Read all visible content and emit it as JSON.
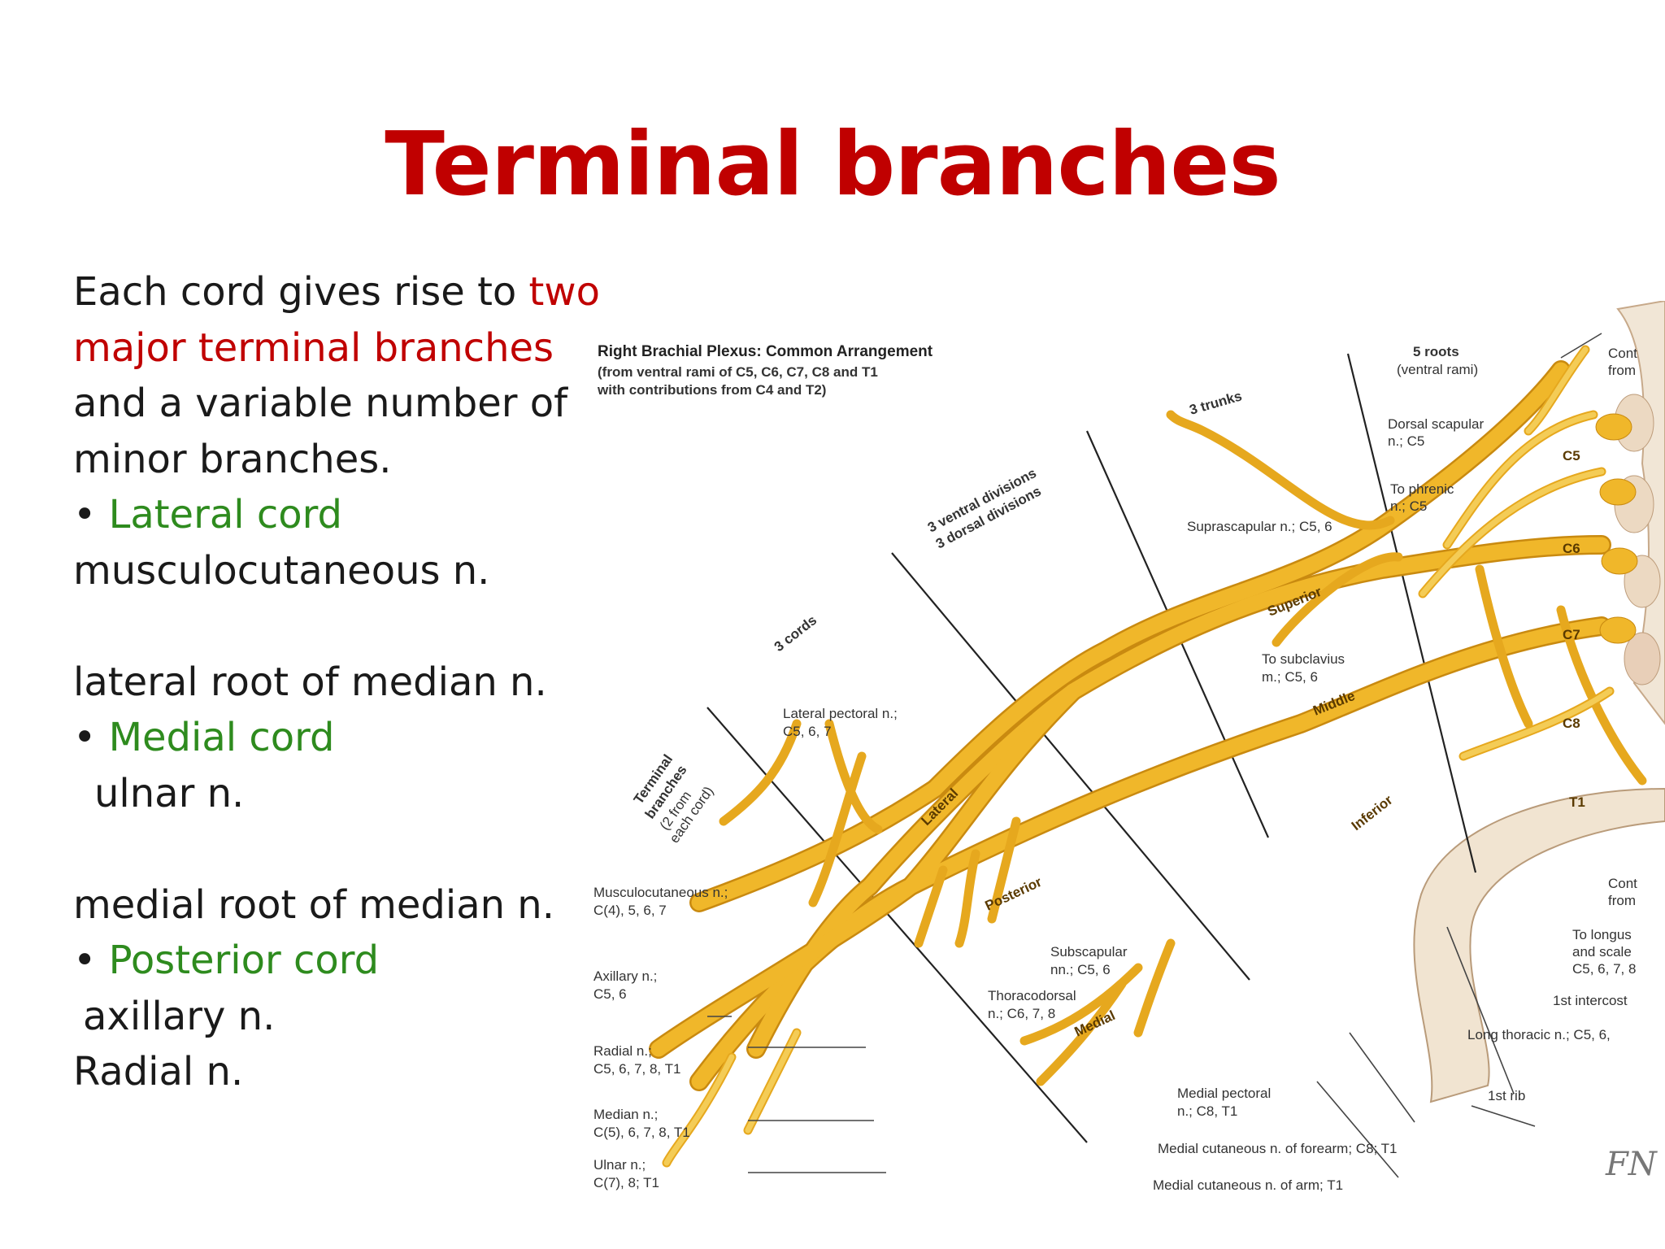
{
  "slide": {
    "title": "Terminal branches",
    "intro_1": "Each cord gives rise to ",
    "intro_red_1": "two",
    "intro_red_2": "major terminal branches",
    "intro_3": "and a variable number of",
    "intro_4": "minor branches.",
    "bullet": "• ",
    "lateral_cord": "Lateral cord",
    "lateral_1": "musculocutaneous n.",
    "lateral_2": "lateral root of median n.",
    "medial_cord": "Medial cord",
    "medial_1": "ulnar n.",
    "medial_2": "medial root of median n.",
    "posterior_cord": "Posterior cord",
    "posterior_1": "axillary n.",
    "posterior_2": "Radial n."
  },
  "diagram": {
    "heading": "Right Brachial Plexus: Common Arrangement",
    "subheading_1": "(from ventral rami of C5, C6, C7, C8 and T1",
    "subheading_2": "with contributions from C4 and T2)",
    "roots_1": "5 roots",
    "roots_2": "(ventral rami)",
    "trunks": "3 trunks",
    "divisions_1": "3 ventral divisions",
    "divisions_2": "3 dorsal divisions",
    "cords": "3 cords",
    "terminal_1": "Terminal",
    "terminal_2": "branches",
    "terminal_3": "(2 from",
    "terminal_4": "each cord)",
    "c5": "C5",
    "c6": "C6",
    "c7": "C7",
    "c8": "C8",
    "t1": "T1",
    "superior": "Superior",
    "middle": "Middle",
    "inferior": "Inferior",
    "lateral": "Lateral",
    "posterior": "Posterior",
    "medial": "Medial",
    "dorsal_scapular_1": "Dorsal scapular",
    "dorsal_scapular_2": "n.; C5",
    "phrenic_1": "To phrenic",
    "phrenic_2": "n.; C5",
    "suprascapular": "Suprascapular n.; C5, 6",
    "subclavius_1": "To subclavius",
    "subclavius_2": "m.; C5, 6",
    "lat_pectoral_1": "Lateral pectoral n.;",
    "lat_pectoral_2": "C5, 6, 7",
    "musculo_1": "Musculocutaneous n.;",
    "musculo_2": "C(4), 5, 6, 7",
    "axillary_1": "Axillary n.;",
    "axillary_2": "C5, 6",
    "radial_1": "Radial n.;",
    "radial_2": "C5, 6, 7, 8, T1",
    "median_1": "Median n.;",
    "median_2": "C(5), 6, 7, 8, T1",
    "ulnar_1": "Ulnar n.;",
    "ulnar_2": "C(7), 8; T1",
    "subscapular_1": "Subscapular",
    "subscapular_2": "nn.; C5, 6",
    "thoracodorsal_1": "Thoracodorsal",
    "thoracodorsal_2": "n.; C6, 7, 8",
    "med_pectoral_1": "Medial pectoral",
    "med_pectoral_2": "n.; C8, T1",
    "med_cut_forearm": "Medial cutaneous n. of forearm; C8; T1",
    "med_cut_arm": "Medial cutaneous n. of arm; T1",
    "long_thoracic": "Long thoracic n.; C5, 6,",
    "first_rib": "1st rib",
    "first_intercostal": "1st intercost",
    "longus_1": "To longus",
    "longus_2": "and scale",
    "longus_3": "C5, 6, 7, 8",
    "cont_top_1": "Cont",
    "cont_top_2": "from",
    "cont_bot_1": "Cont",
    "cont_bot_2": "from",
    "signature": "FN"
  },
  "colors": {
    "title": "#c00000",
    "highlight_red": "#c00000",
    "highlight_green": "#2e8b1e",
    "nerve": "#f0b72a",
    "nerve_edge": "#c98a10"
  }
}
